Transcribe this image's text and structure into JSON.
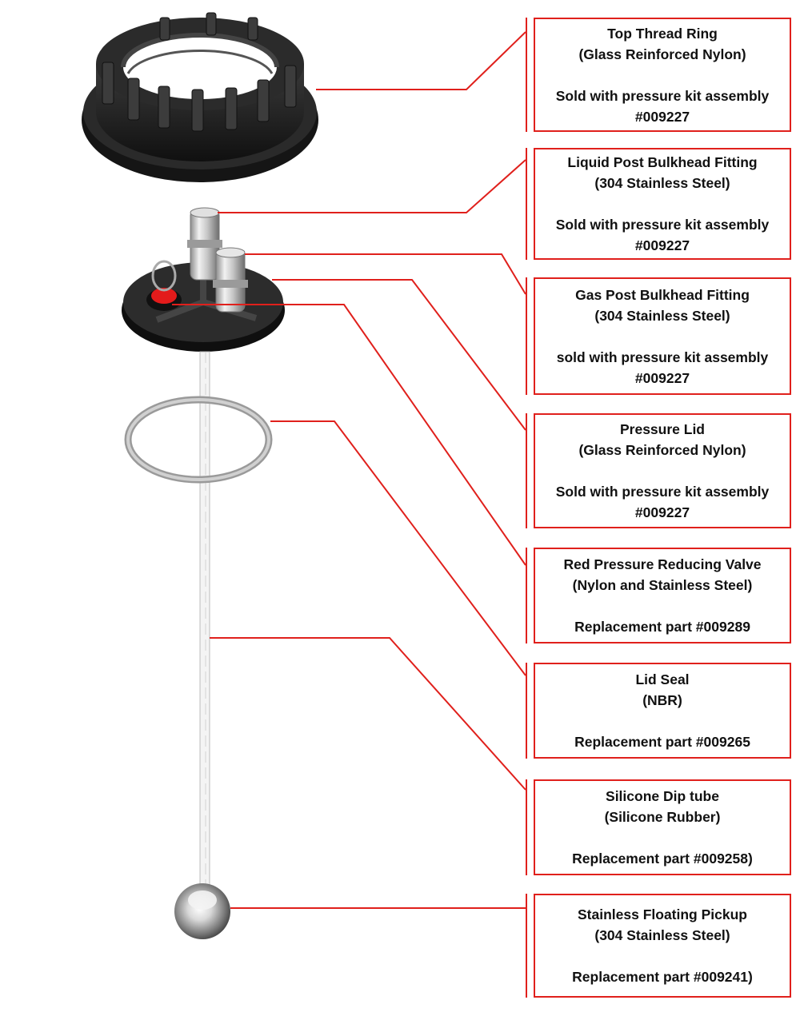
{
  "colors": {
    "accent": "#e0201c",
    "part_dark": "#1f1f1f",
    "steel": "#c8c8c8",
    "valve_red": "#e31b1b"
  },
  "callouts": [
    {
      "name": "Top Thread Ring",
      "material": "(Glass Reinforced Nylon)",
      "note_line1": "Sold with pressure kit assembly",
      "note_line2": "#009227"
    },
    {
      "name": "Liquid Post Bulkhead Fitting",
      "material": "(304 Stainless Steel)",
      "note_line1": "Sold with pressure kit assembly",
      "note_line2": "#009227"
    },
    {
      "name": "Gas Post Bulkhead Fitting",
      "material": "(304 Stainless Steel)",
      "note_line1": "sold with pressure kit assembly",
      "note_line2": "#009227"
    },
    {
      "name": "Pressure Lid",
      "material": "(Glass Reinforced Nylon)",
      "note_line1": "Sold with pressure kit assembly",
      "note_line2": "#009227"
    },
    {
      "name": "Red Pressure Reducing Valve",
      "material": "(Nylon and Stainless Steel)",
      "note_line1": "Replacement part #009289",
      "note_line2": ""
    },
    {
      "name": "Lid Seal",
      "material": "(NBR)",
      "note_line1": "Replacement part #009265",
      "note_line2": ""
    },
    {
      "name": "Silicone Dip tube",
      "material": "(Silicone Rubber)",
      "note_line1": "Replacement part #009258)",
      "note_line2": ""
    },
    {
      "name": "Stainless Floating Pickup",
      "material": "(304 Stainless Steel)",
      "note_line1": "Replacement part #009241)",
      "note_line2": ""
    }
  ]
}
